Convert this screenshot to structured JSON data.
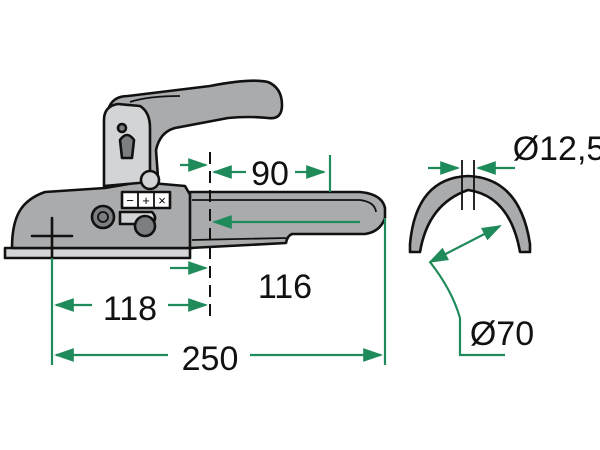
{
  "dimensions": {
    "d90": "90",
    "d116": "116",
    "d118": "118",
    "d250": "250",
    "d12_5": "Ø12,5",
    "d70": "Ø70"
  },
  "colors": {
    "dimension_line": "#1f8a5a",
    "part_body": "#a9abad",
    "outline": "#111111"
  },
  "icons": {
    "lever_symbols": "- + x"
  }
}
